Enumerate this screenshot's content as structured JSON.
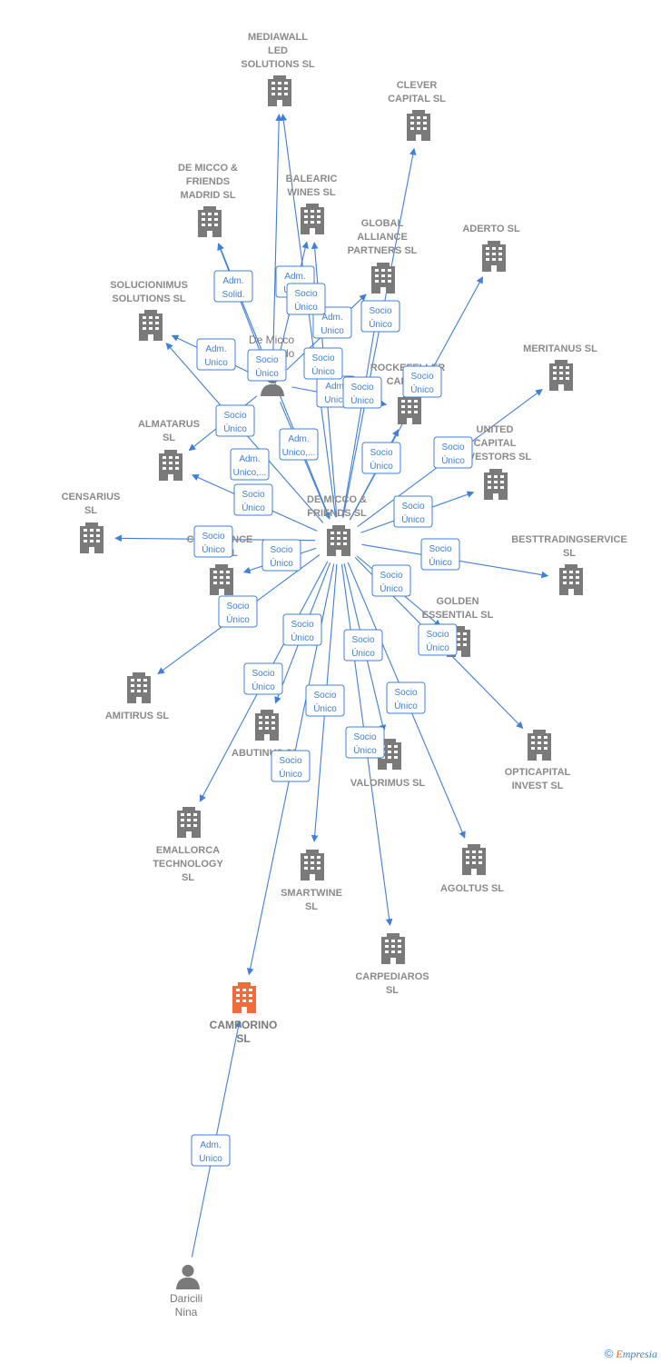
{
  "colors": {
    "edge": "#3f7fd8",
    "company": "#7a7a7a",
    "focus_company": "#f26b38",
    "person": "#7a7a7a"
  },
  "nodes": [
    {
      "id": "mediawall",
      "type": "company",
      "lines": [
        "MEDIAWALL",
        "LED",
        "SOLUTIONS  SL"
      ]
    },
    {
      "id": "clever",
      "type": "company",
      "lines": [
        "CLEVER",
        "CAPITAL  SL"
      ]
    },
    {
      "id": "demiccomadrid",
      "type": "company",
      "lines": [
        "DE MICCO &",
        "FRIENDS",
        "MADRID  SL"
      ]
    },
    {
      "id": "balearic",
      "type": "company",
      "lines": [
        "BALEARIC",
        "WINES  SL"
      ]
    },
    {
      "id": "global",
      "type": "company",
      "lines": [
        "GLOBAL",
        "ALLIANCE",
        "PARTNERS  SL"
      ]
    },
    {
      "id": "aderto",
      "type": "company",
      "lines": [
        "ADERTO  SL"
      ]
    },
    {
      "id": "solucionimus",
      "type": "company",
      "lines": [
        "SOLUCIONIMUS",
        "SOLUTIONS  SL"
      ]
    },
    {
      "id": "demiccoperson",
      "type": "person",
      "lines": [
        "De Micco",
        "Leonardo"
      ]
    },
    {
      "id": "rockefeller",
      "type": "company",
      "lines": [
        "ROCKEFELLER",
        "CAPITAL"
      ]
    },
    {
      "id": "meritanus",
      "type": "company",
      "lines": [
        "MERITANUS  SL"
      ]
    },
    {
      "id": "almatarus",
      "type": "company",
      "lines": [
        "ALMATARUS",
        "SL"
      ]
    },
    {
      "id": "united",
      "type": "company",
      "lines": [
        "UNITED",
        "CAPITAL",
        "INVESTORS  SL"
      ]
    },
    {
      "id": "demicco",
      "type": "company",
      "lines": [
        "DE MICCO &",
        "FRIENDS  SL"
      ]
    },
    {
      "id": "censarius",
      "type": "company",
      "lines": [
        "CENSARIUS",
        "SL"
      ]
    },
    {
      "id": "confidence",
      "type": "company",
      "lines": [
        "CONFIDENCE",
        "RES  SL"
      ]
    },
    {
      "id": "besttrading",
      "type": "company",
      "lines": [
        "BESTTRADINGSERVICE",
        "SL"
      ]
    },
    {
      "id": "golden",
      "type": "company",
      "lines": [
        "GOLDEN",
        "ESSENTIAL  SL"
      ]
    },
    {
      "id": "amitirus",
      "type": "company",
      "lines": [
        "AMITIRUS  SL"
      ]
    },
    {
      "id": "abutinus",
      "type": "company",
      "lines": [
        "ABUTINUS  SL"
      ]
    },
    {
      "id": "valorimus",
      "type": "company",
      "lines": [
        "VALORIMUS  SL"
      ]
    },
    {
      "id": "opticapital",
      "type": "company",
      "lines": [
        "OPTICAPITAL",
        "INVEST  SL"
      ]
    },
    {
      "id": "emallorca",
      "type": "company",
      "lines": [
        "EMALLORCA",
        "TECHNOLOGY",
        "SL"
      ]
    },
    {
      "id": "smartwine",
      "type": "company",
      "lines": [
        "SMARTWINE",
        "SL"
      ]
    },
    {
      "id": "agoltus",
      "type": "company",
      "lines": [
        "AGOLTUS  SL"
      ]
    },
    {
      "id": "carpediaros",
      "type": "company",
      "lines": [
        "CARPEDIAROS",
        "SL"
      ]
    },
    {
      "id": "camporino",
      "type": "focus",
      "lines": [
        "CAMPORINO",
        "SL"
      ]
    },
    {
      "id": "daricili",
      "type": "person",
      "lines": [
        "Daricili",
        "Nina"
      ]
    }
  ],
  "edges": [
    {
      "from": "demiccoperson",
      "to": "mediawall",
      "label": [
        "Adm.",
        "Unico"
      ]
    },
    {
      "from": "demiccoperson",
      "to": "demiccomadrid",
      "label": [
        "Adm.",
        "Solid."
      ]
    },
    {
      "from": "demiccoperson",
      "to": "balearic",
      "label": [
        "Adm.",
        "Unico"
      ]
    },
    {
      "from": "demiccoperson",
      "to": "global",
      "label": [
        "Adm.",
        "Unico"
      ]
    },
    {
      "from": "demiccoperson",
      "to": "solucionimus",
      "label": [
        "Adm.",
        "Unico"
      ]
    },
    {
      "from": "demiccoperson",
      "to": "rockefeller",
      "label": [
        "Adm.",
        "Unico"
      ]
    },
    {
      "from": "demiccoperson",
      "to": "demicco",
      "label": [
        "Adm.",
        "Unico,..."
      ]
    },
    {
      "from": "demiccoperson",
      "to": "almatarus",
      "label": [
        "Adm.",
        "Unico,..."
      ]
    },
    {
      "from": "demicco",
      "to": "balearic",
      "label": [
        "Socio",
        "Único"
      ]
    },
    {
      "from": "demicco",
      "to": "clever",
      "label": [
        "Socio",
        "Único"
      ]
    },
    {
      "from": "demicco",
      "to": "global",
      "label": [
        "Socio",
        "Único"
      ]
    },
    {
      "from": "demicco",
      "to": "aderto",
      "label": [
        "Socio",
        "Único"
      ]
    },
    {
      "from": "demicco",
      "to": "rockefeller",
      "label": [
        "Socio",
        "Único"
      ]
    },
    {
      "from": "demicco",
      "to": "demiccomadrid",
      "label": [
        "Socio",
        "Único"
      ]
    },
    {
      "from": "demicco",
      "to": "meritanus",
      "label": [
        "Socio",
        "Único"
      ]
    },
    {
      "from": "demicco",
      "to": "solucionimus",
      "label": [
        "Socio",
        "Único"
      ]
    },
    {
      "from": "demicco",
      "to": "united",
      "label": [
        "Socio",
        "Único"
      ]
    },
    {
      "from": "demicco",
      "to": "almatarus",
      "label": [
        "Socio",
        "Único"
      ]
    },
    {
      "from": "demicco",
      "to": "censarius",
      "label": [
        "Socio",
        "Único"
      ]
    },
    {
      "from": "demicco",
      "to": "confidence",
      "label": [
        "Socio",
        "Único"
      ]
    },
    {
      "from": "demicco",
      "to": "besttrading",
      "label": [
        "Socio",
        "Único"
      ]
    },
    {
      "from": "demicco",
      "to": "golden",
      "label": [
        "Socio",
        "Único"
      ]
    },
    {
      "from": "demicco",
      "to": "amitirus",
      "label": [
        "Socio",
        "Único"
      ]
    },
    {
      "from": "demicco",
      "to": "abutinus",
      "label": [
        "Socio",
        "Único"
      ]
    },
    {
      "from": "demicco",
      "to": "valorimus",
      "label": [
        "Socio",
        "Único"
      ]
    },
    {
      "from": "demicco",
      "to": "opticapital",
      "label": [
        "Socio",
        "Único"
      ]
    },
    {
      "from": "demicco",
      "to": "emallorca",
      "label": [
        "Socio",
        "Único"
      ]
    },
    {
      "from": "demicco",
      "to": "smartwine",
      "label": [
        "Socio",
        "Único"
      ]
    },
    {
      "from": "demicco",
      "to": "agoltus",
      "label": [
        "Socio",
        "Único"
      ]
    },
    {
      "from": "demicco",
      "to": "carpediaros",
      "label": [
        "Socio",
        "Único"
      ]
    },
    {
      "from": "demicco",
      "to": "camporino",
      "label": [
        "Socio",
        "Único"
      ]
    },
    {
      "from": "demicco",
      "to": "mediawall",
      "label": [
        "Socio",
        "Único"
      ]
    },
    {
      "from": "daricili",
      "to": "camporino",
      "label": [
        "Adm.",
        "Unico"
      ]
    }
  ],
  "footer": {
    "copyright": "©",
    "brand_first": "E",
    "brand_rest": "mpresia"
  }
}
